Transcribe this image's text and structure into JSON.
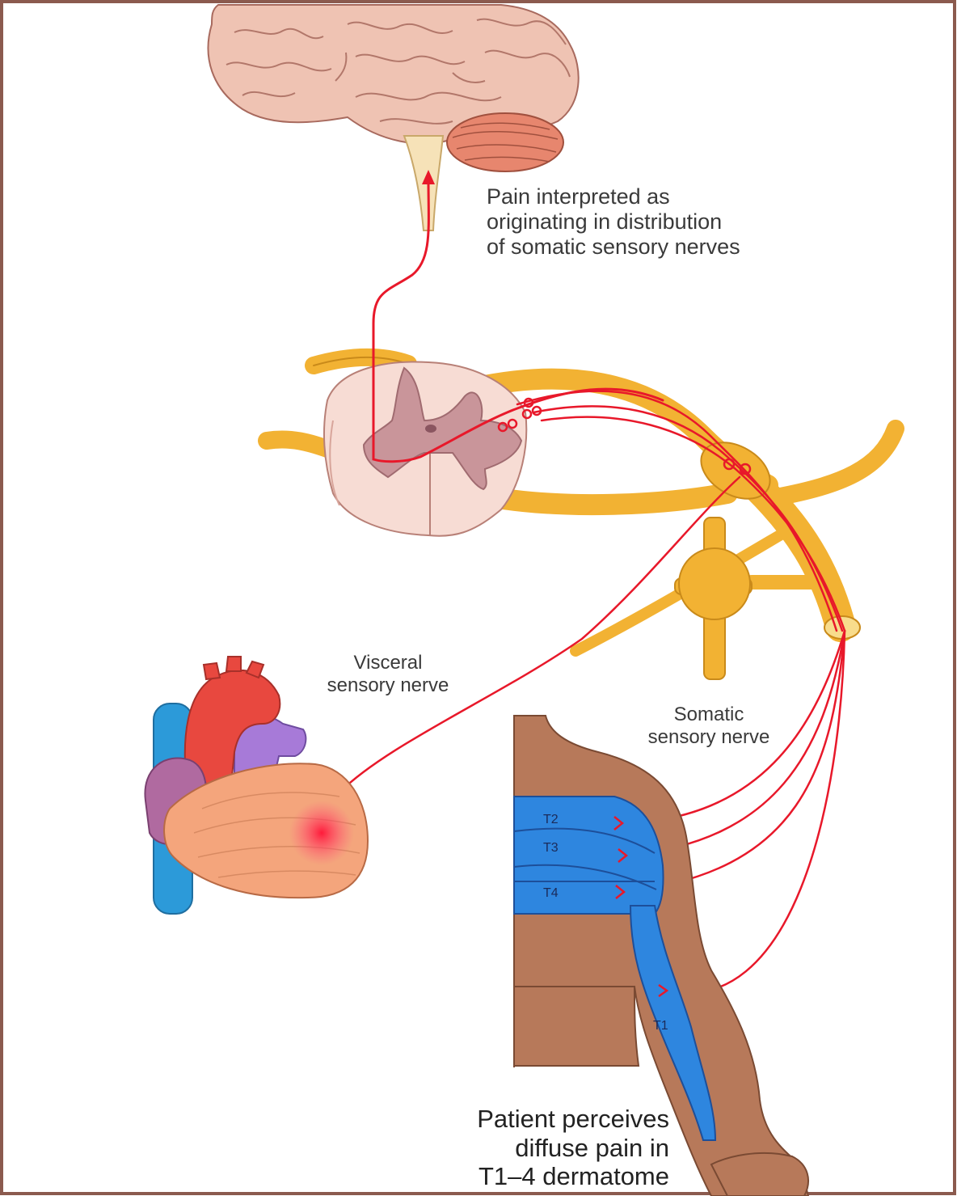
{
  "labels": {
    "pain_interpreted": [
      "Pain interpreted as",
      "originating in distribution",
      "of somatic sensory nerves"
    ],
    "visceral_nerve": [
      "Visceral",
      "sensory nerve"
    ],
    "somatic_nerve": [
      "Somatic",
      "sensory nerve"
    ],
    "patient_perceives": [
      "Patient perceives",
      "diffuse pain in",
      "T1–4 dermatome"
    ]
  },
  "dermatomes": [
    "T2",
    "T3",
    "T4",
    "T1"
  ],
  "colors": {
    "frame": "#8b5a4e",
    "nerve_pathway": "#e8182a",
    "nerve_trunk": "#f2b233",
    "brain": "#efc3b3",
    "cerebellum": "#e7866e",
    "spinal_white_matter": "#f7dcd4",
    "spinal_gray_matter": "#c9959a",
    "skin": "#b7795a",
    "dermatome": "#2e86df",
    "heart": "#f4a57c",
    "aorta": "#e8483f",
    "vena_cava": "#2c9ad9",
    "pulmonary": "#a77ad8"
  }
}
